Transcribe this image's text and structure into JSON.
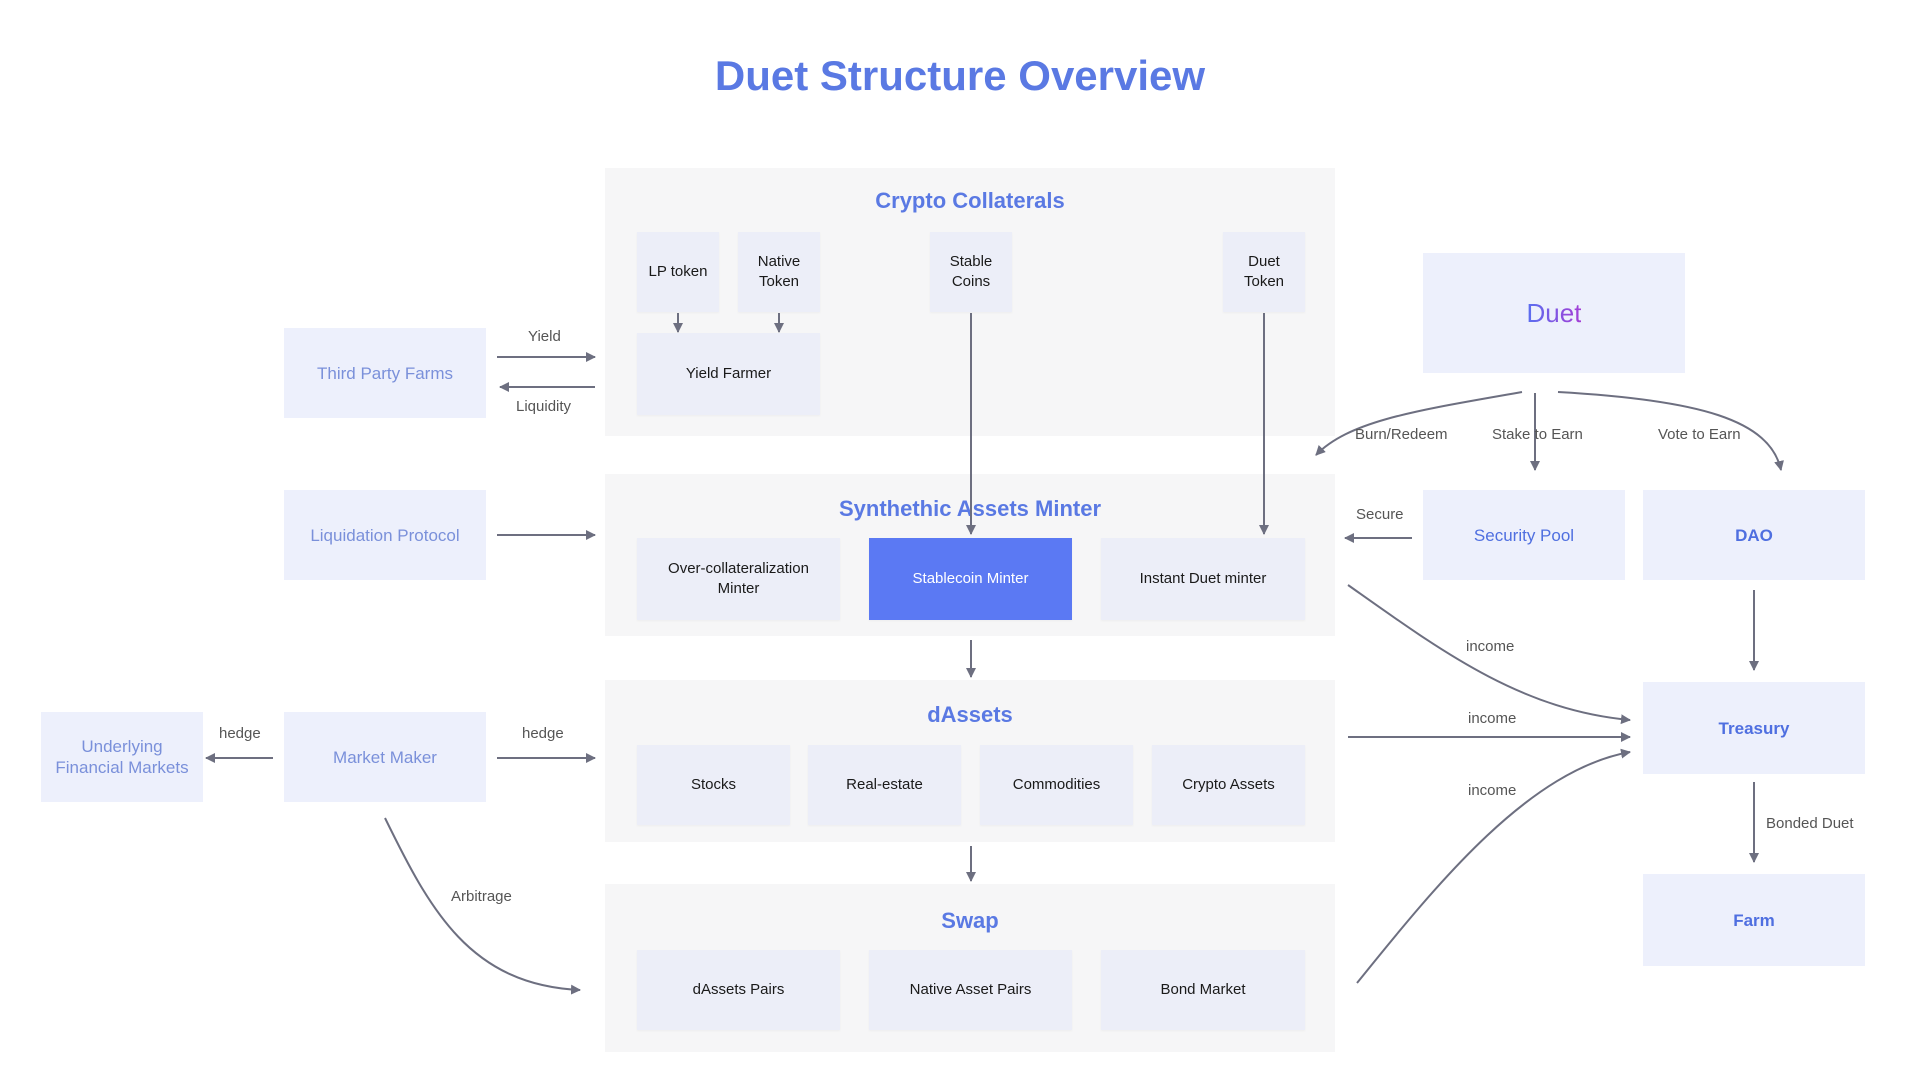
{
  "title": "Duet Structure Overview",
  "panels": {
    "crypto_collaterals": {
      "title": "Crypto Collaterals",
      "lp_token": "LP token",
      "native_token": "Native Token",
      "stable_coins": "Stable Coins",
      "duet_token": "Duet Token",
      "yield_farmer": "Yield Farmer"
    },
    "synthetic_assets_minter": {
      "title": "Synthethic Assets Minter",
      "over_collateral": "Over-collateralization Minter",
      "stablecoin_minter": "Stablecoin Minter",
      "instant_duet_minter": "Instant Duet minter"
    },
    "dassets": {
      "title": "dAssets",
      "items": [
        "Stocks",
        "Real-estate",
        "Commodities",
        "Crypto Assets"
      ]
    },
    "swap": {
      "title": "Swap",
      "items": [
        "dAssets Pairs",
        "Native Asset Pairs",
        "Bond Market"
      ]
    }
  },
  "left": {
    "third_party_farms": "Third Party Farms",
    "liquidation_protocol": "Liquidation Protocol",
    "market_maker": "Market Maker",
    "underlying_markets": "Underlying Financial Markets"
  },
  "right": {
    "duet": "Duet",
    "security_pool": "Security Pool",
    "dao": "DAO",
    "treasury": "Treasury",
    "farm": "Farm"
  },
  "edge_labels": {
    "yield": "Yield",
    "liquidity": "Liquidity",
    "hedge_right": "hedge",
    "hedge_left": "hedge",
    "arbitrage": "Arbitrage",
    "burn_redeem": "Burn/Redeem",
    "stake_to_earn": "Stake to Earn",
    "vote_to_earn": "Vote to Earn",
    "secure": "Secure",
    "income_1": "income",
    "income_2": "income",
    "income_3": "income",
    "bonded_duet": "Bonded Duet"
  },
  "colors": {
    "accent": "#5a79e3",
    "highlight": "#5b79f3",
    "arrow": "#6d6f80",
    "panel_bg": "#f6f6f7"
  }
}
